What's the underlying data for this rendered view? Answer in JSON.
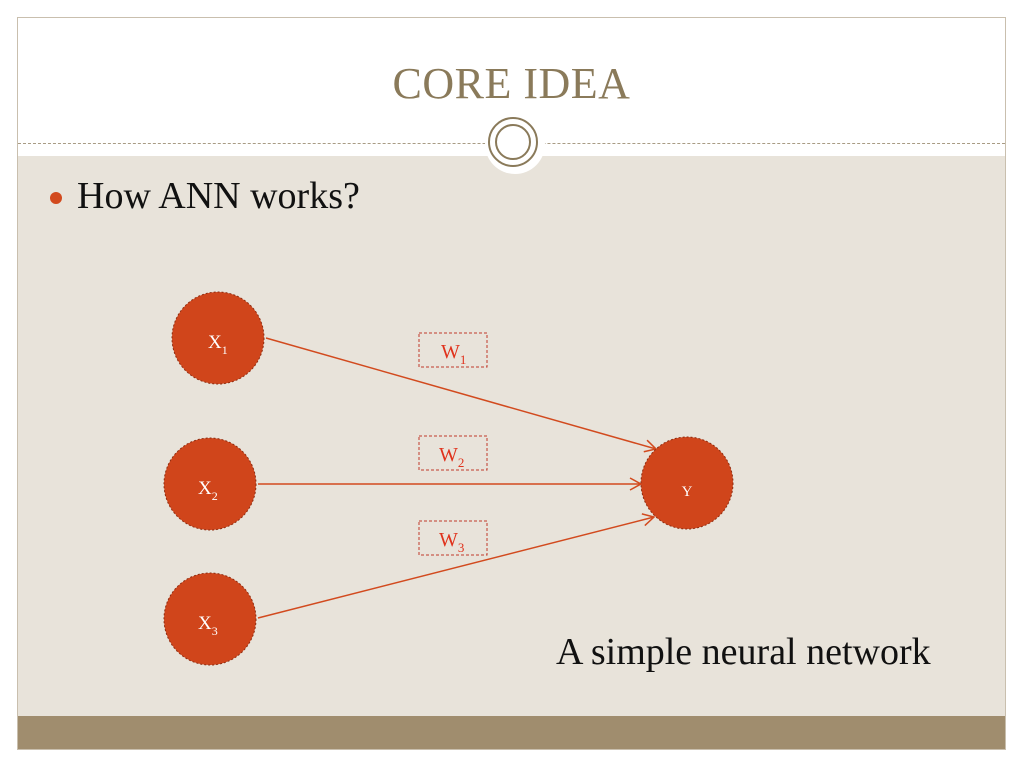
{
  "title": "CORE IDEA",
  "bullets": [
    {
      "text": "How ANN works?"
    }
  ],
  "network": {
    "inputs": [
      {
        "label": "X",
        "sub": "1"
      },
      {
        "label": "X",
        "sub": "2"
      },
      {
        "label": "X",
        "sub": "3"
      }
    ],
    "output": {
      "label": "Y"
    },
    "weights": [
      {
        "label": "W",
        "sub": "1"
      },
      {
        "label": "W",
        "sub": "2"
      },
      {
        "label": "W",
        "sub": "3"
      }
    ]
  },
  "caption": "A simple neural network",
  "colors": {
    "node_fill": "#d0451b",
    "arrow": "#d24a1e",
    "weight_text": "#e0321c",
    "title": "#8a7a5a",
    "background": "#e8e3da",
    "footer": "#a08d6e"
  }
}
